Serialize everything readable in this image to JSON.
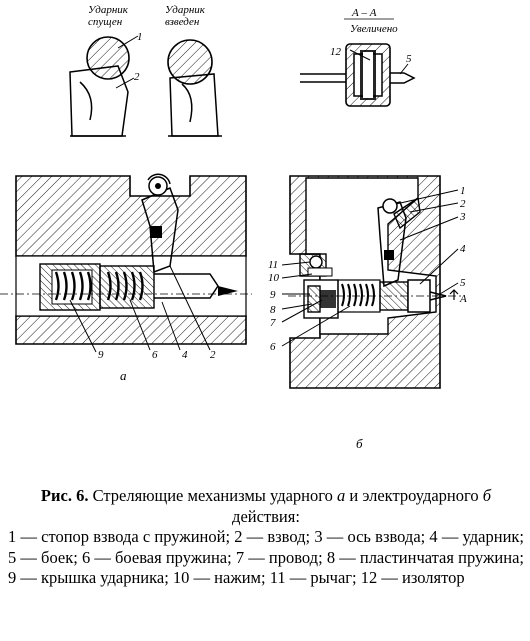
{
  "top_left": {
    "label_a": "Ударник\nспущен",
    "label_a_lines": [
      "Ударник",
      "спущен"
    ],
    "label_b_lines": [
      "Ударник",
      "взведен"
    ],
    "num1": "1",
    "num2": "2"
  },
  "section_aa": {
    "title": "А – А",
    "subtitle": "Увеличено",
    "num12": "12",
    "num5": "5"
  },
  "fig_a": {
    "label": "а",
    "nums": [
      "9",
      "6",
      "4",
      "2"
    ]
  },
  "fig_b": {
    "label": "б",
    "nums_right": [
      "1",
      "2",
      "3",
      "4",
      "5"
    ],
    "nums_left": [
      "11",
      "10",
      "9",
      "8",
      "7",
      "6"
    ],
    "arrow_label": "А"
  },
  "caption": {
    "title_bold": "Рис. 6.",
    "title_rest": " Стреляющие механизмы ударного ",
    "title_a": "а",
    "title_mid": " и электроударного ",
    "title_b": "б",
    "title_end": " действия:",
    "legend": "1 — стопор взвода с пружиной; 2 — взвод; 3 — ось взвода; 4 — ударник; 5 — боек; 6 — боевая пружина; 7 — провод; 8 — пластинчатая пружина; 9 — крышка ударника; 10 — нажим; 11 — рычаг; 12 — изолятор"
  }
}
